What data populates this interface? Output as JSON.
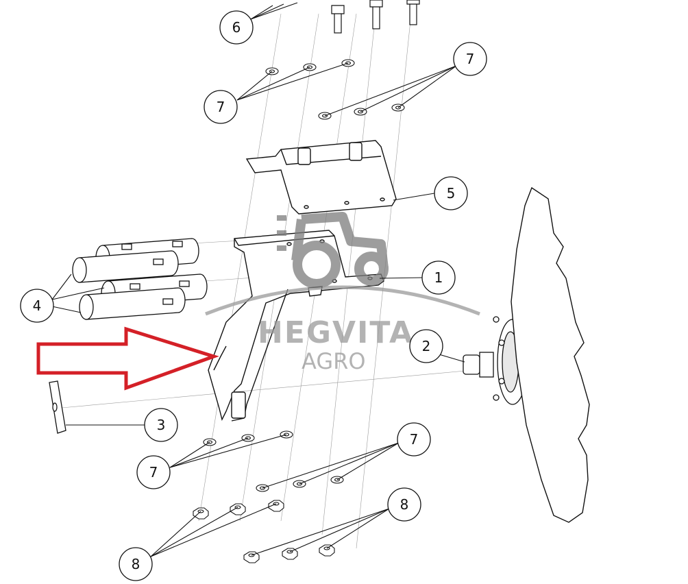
{
  "callouts": [
    {
      "id": "6a",
      "label": "6"
    },
    {
      "id": "7a",
      "label": "7"
    },
    {
      "id": "7b",
      "label": "7"
    },
    {
      "id": "5",
      "label": "5"
    },
    {
      "id": "1",
      "label": "1"
    },
    {
      "id": "4",
      "label": "4"
    },
    {
      "id": "2",
      "label": "2"
    },
    {
      "id": "3",
      "label": "3"
    },
    {
      "id": "7c",
      "label": "7"
    },
    {
      "id": "7d",
      "label": "7"
    },
    {
      "id": "8a",
      "label": "8"
    },
    {
      "id": "8b",
      "label": "8"
    }
  ],
  "watermark": {
    "brand": "HEGVITA",
    "sub": "AGRO",
    "icon": "tractor-icon",
    "color": "#9a9a9a"
  },
  "arrow": {
    "icon": "red-outline-arrow-icon",
    "color": "#d42027"
  }
}
